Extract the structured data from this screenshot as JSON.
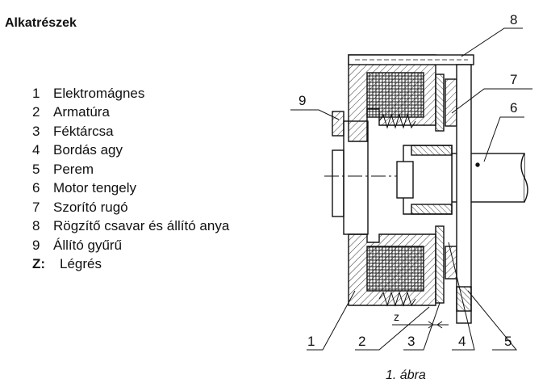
{
  "title": "Alkatrészek",
  "legend": [
    {
      "num": "1",
      "label": "Elektromágnes"
    },
    {
      "num": "2",
      "label": "Armatúra"
    },
    {
      "num": "3",
      "label": "Féktárcsa"
    },
    {
      "num": "4",
      "label": "Bordás agy"
    },
    {
      "num": "5",
      "label": "Perem"
    },
    {
      "num": "6",
      "label": "Motor tengely"
    },
    {
      "num": "7",
      "label": "Szorító rugó"
    },
    {
      "num": "8",
      "label": "Rögzítő csavar és állító anya"
    },
    {
      "num": "9",
      "label": "Állító gyűrű"
    },
    {
      "num": "Z:",
      "label": "Légrés"
    }
  ],
  "callouts": {
    "c1": "1",
    "c2": "2",
    "c3": "3",
    "c4": "4",
    "c5": "5",
    "c6": "6",
    "c7": "7",
    "c8": "8",
    "c9": "9",
    "z": "z"
  },
  "caption": "1. ábra"
}
